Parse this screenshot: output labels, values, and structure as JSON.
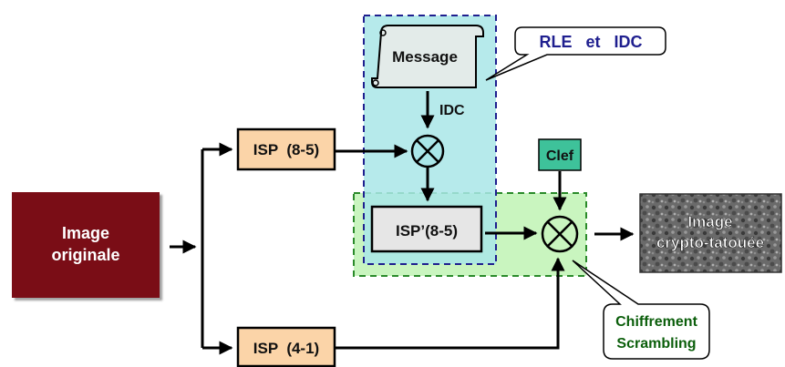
{
  "callout_top": {
    "text": "RLE   et   IDC"
  },
  "message_label": "Message",
  "idc_label": "IDC",
  "clef_label": "Clef",
  "isp_top_label": "ISP  (8-5)",
  "isp_prime_label": "ISP’(8-5)",
  "isp_bottom_label": "ISP  (4-1)",
  "image_originale": {
    "line1": "Image",
    "line2": "originale"
  },
  "image_result": {
    "line1": "Image",
    "line2": "crypto-tatouée"
  },
  "callout_bottom": {
    "line1": "Chiffrement",
    "line2": "Scrambling"
  },
  "colors": {
    "cyan_zone": "#a9e6e8",
    "green_zone": "#c9f5bf",
    "orange_box": "#fbd4a8",
    "dark_red_box": "#7a0f12",
    "clef_box": "#3ec29a",
    "navy_text": "#1f1f8f"
  }
}
